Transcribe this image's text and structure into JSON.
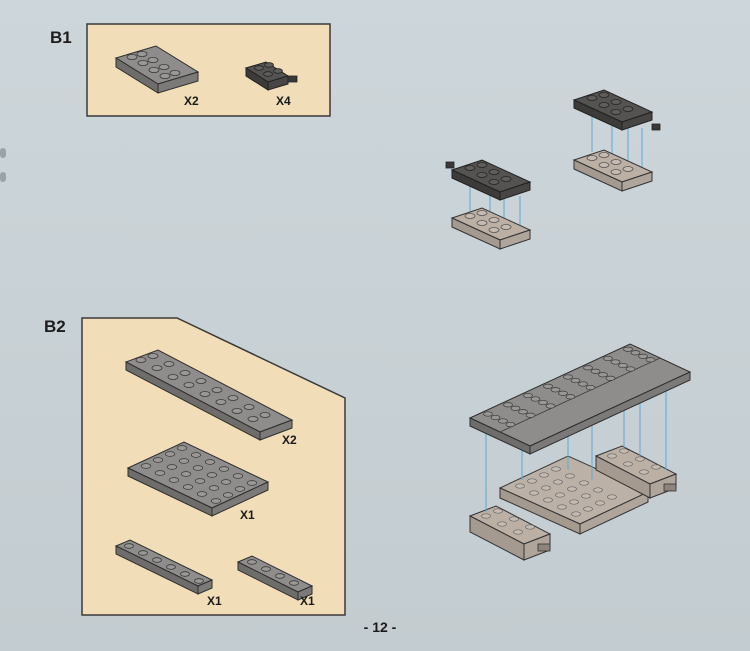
{
  "step_b1": {
    "label": "B1",
    "parts": [
      {
        "name": "gray-plate-2x4",
        "qty": "X2"
      },
      {
        "name": "dark-plate-2x2-with-pins",
        "qty": "X4"
      }
    ]
  },
  "step_b2": {
    "label": "B2",
    "parts": [
      {
        "name": "gray-plate-2x8",
        "qty": "X2"
      },
      {
        "name": "gray-plate-4x6",
        "qty": "X1"
      },
      {
        "name": "gray-plate-1x6",
        "qty": "X1"
      },
      {
        "name": "gray-plate-1x4",
        "qty": "X1"
      }
    ]
  },
  "page_number": "- 12 -",
  "colors": {
    "page_bg": "#c9d2d6",
    "panel_bg": "#f1ddb8",
    "panel_border": "#3a3a3a",
    "plate_gray": "#8a8886",
    "plate_dark": "#4b4a48",
    "plate_tan": "#b8aca1",
    "guide_line": "#5aa9d6"
  }
}
